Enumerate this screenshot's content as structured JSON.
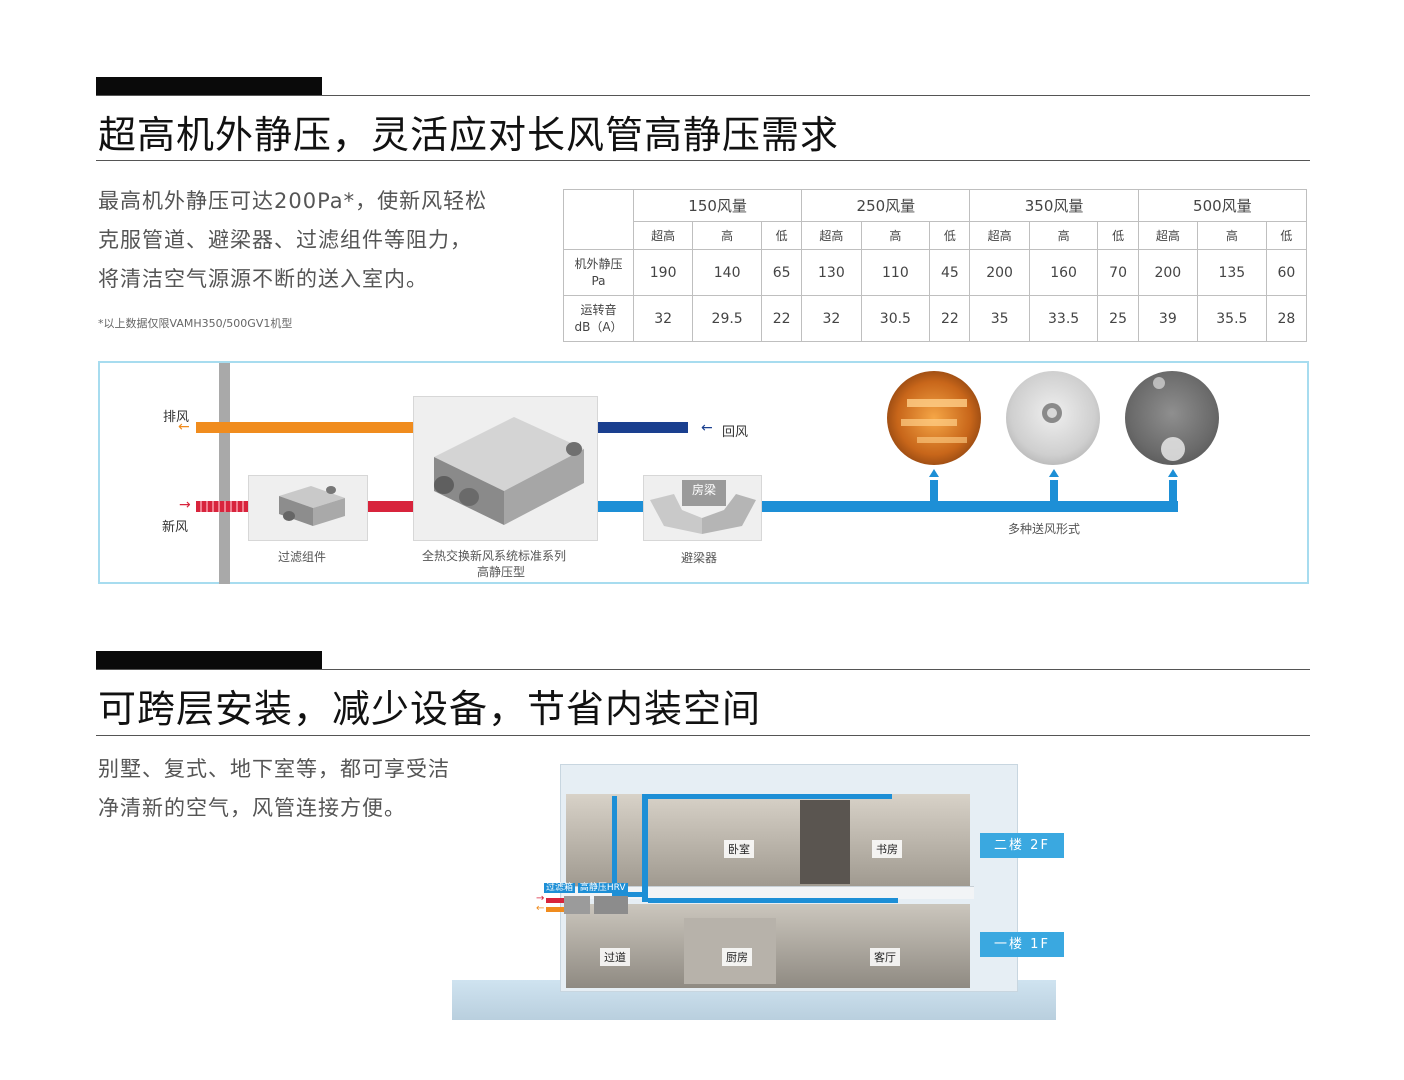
{
  "section1": {
    "title": "超高机外静压，灵活应对长风管高静压需求",
    "paragraph": [
      "最高机外静压可达200Pa*，使新风轻松",
      "克服管道、避梁器、过滤组件等阻力，",
      "将清洁空气源源不断的送入室内。"
    ],
    "note": "*以上数据仅限VAMH350/500GV1机型"
  },
  "table": {
    "groups": [
      "150风量",
      "250风量",
      "350风量",
      "500风量"
    ],
    "levels": [
      "超高",
      "高",
      "低"
    ],
    "row1_label": [
      "机外静压",
      "Pa"
    ],
    "row2_label": [
      "运转音",
      "dB（A）"
    ],
    "row1": [
      "190",
      "140",
      "65",
      "130",
      "110",
      "45",
      "200",
      "160",
      "70",
      "200",
      "135",
      "60"
    ],
    "row2": [
      "32",
      "29.5",
      "22",
      "32",
      "30.5",
      "22",
      "35",
      "33.5",
      "25",
      "39",
      "35.5",
      "28"
    ]
  },
  "diagram": {
    "exhaust": "排风",
    "fresh_air": "新风",
    "return_air": "回风",
    "filter": "过滤组件",
    "unit_line1": "全热交换新风系统标准系列",
    "unit_line2": "高静压型",
    "beam": "房梁",
    "beam_avoider": "避梁器",
    "supply_forms": "多种送风形式",
    "colors": {
      "exhaust": "#f08c1e",
      "fresh": "#d8243c",
      "return": "#1a3f8f",
      "supply": "#1d8fd6"
    }
  },
  "section2": {
    "title": "可跨层安装，减少设备，节省内装空间",
    "paragraph": [
      "别墅、复式、地下室等，都可享受洁",
      "净清新的空气，风管连接方便。"
    ]
  },
  "house": {
    "filter_box": "过滤箱",
    "hrv": "高静压HRV",
    "bedroom": "卧室",
    "study": "书房",
    "corridor": "过道",
    "kitchen": "厨房",
    "living": "客厅",
    "floor2": "二楼  2F",
    "floor1": "一楼  1F"
  }
}
